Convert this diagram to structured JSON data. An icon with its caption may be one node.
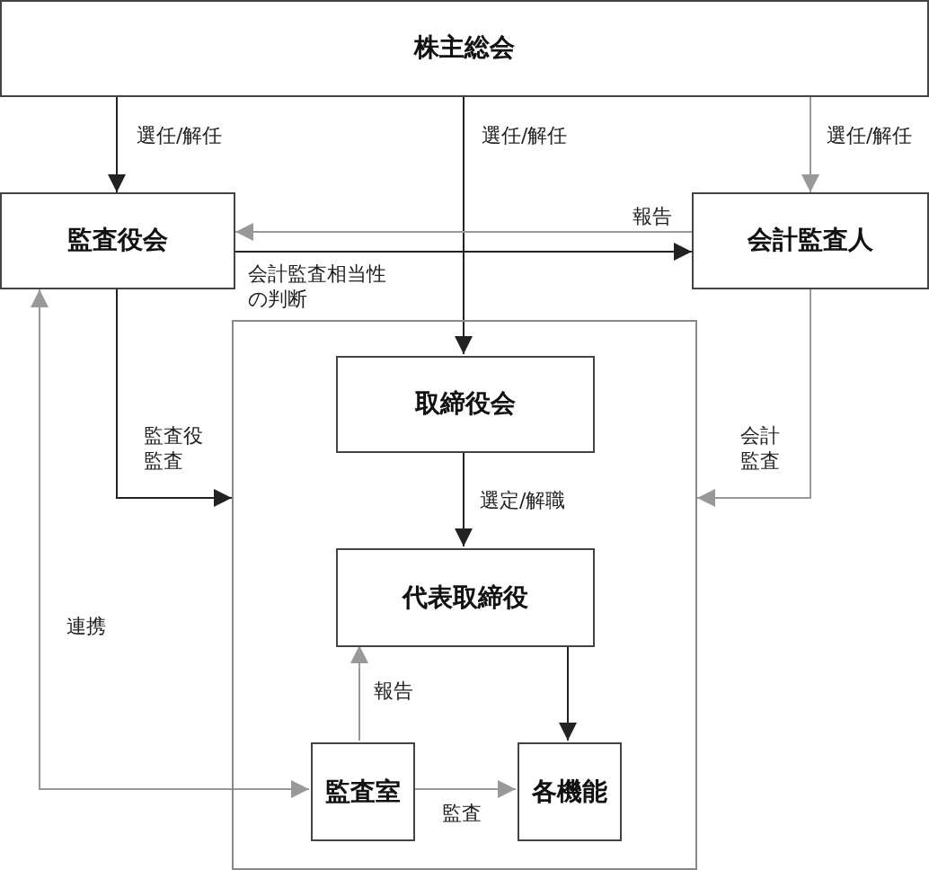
{
  "diagram": {
    "nodes": [
      {
        "text": [
          "株主総会"
        ]
      },
      {
        "text": [
          "監査役会"
        ]
      },
      {
        "text": [
          "会計監査人"
        ]
      },
      {
        "text": [],
        "shape": "box"
      },
      {
        "text": [
          "取締役会"
        ],
        "in": 3
      },
      {
        "text": [
          "代表取締役"
        ],
        "in": 3
      },
      {
        "text": [
          "監査室"
        ],
        "in": 3
      },
      {
        "text": [
          "各機能"
        ],
        "in": 3
      }
    ],
    "edges": [
      {
        "from": 0,
        "to": 1,
        "arrow": "to",
        "label": "選任/解任"
      },
      {
        "from": 0,
        "to": 4,
        "arrow": "to",
        "label": "選任/解任"
      },
      {
        "from": 0,
        "to": 2,
        "arrow": "to",
        "label": "選任/解任",
        "color": "#999999"
      },
      {
        "from": 2,
        "to": 1,
        "arrow": "to",
        "label": "報告",
        "color": "#999999"
      },
      {
        "from": 1,
        "to": 2,
        "arrow": "to",
        "label": "会計監査相当性の判断"
      },
      {
        "from": 1,
        "to": 3,
        "arrow": "to",
        "label": "監査役監査"
      },
      {
        "from": 2,
        "to": 3,
        "arrow": "to",
        "label": "会計監査",
        "color": "#999999"
      },
      {
        "from": 1,
        "to": 6,
        "arrow": "both",
        "label": "連携",
        "color": "#999999"
      },
      {
        "from": 4,
        "to": 5,
        "arrow": "to",
        "label": "選定/解職"
      },
      {
        "from": 6,
        "to": 5,
        "arrow": "to",
        "label": "報告",
        "color": "#999999"
      },
      {
        "from": 5,
        "to": 7,
        "arrow": "to"
      },
      {
        "from": 6,
        "to": 7,
        "arrow": "to",
        "label": "監査",
        "color": "#999999"
      }
    ]
  }
}
